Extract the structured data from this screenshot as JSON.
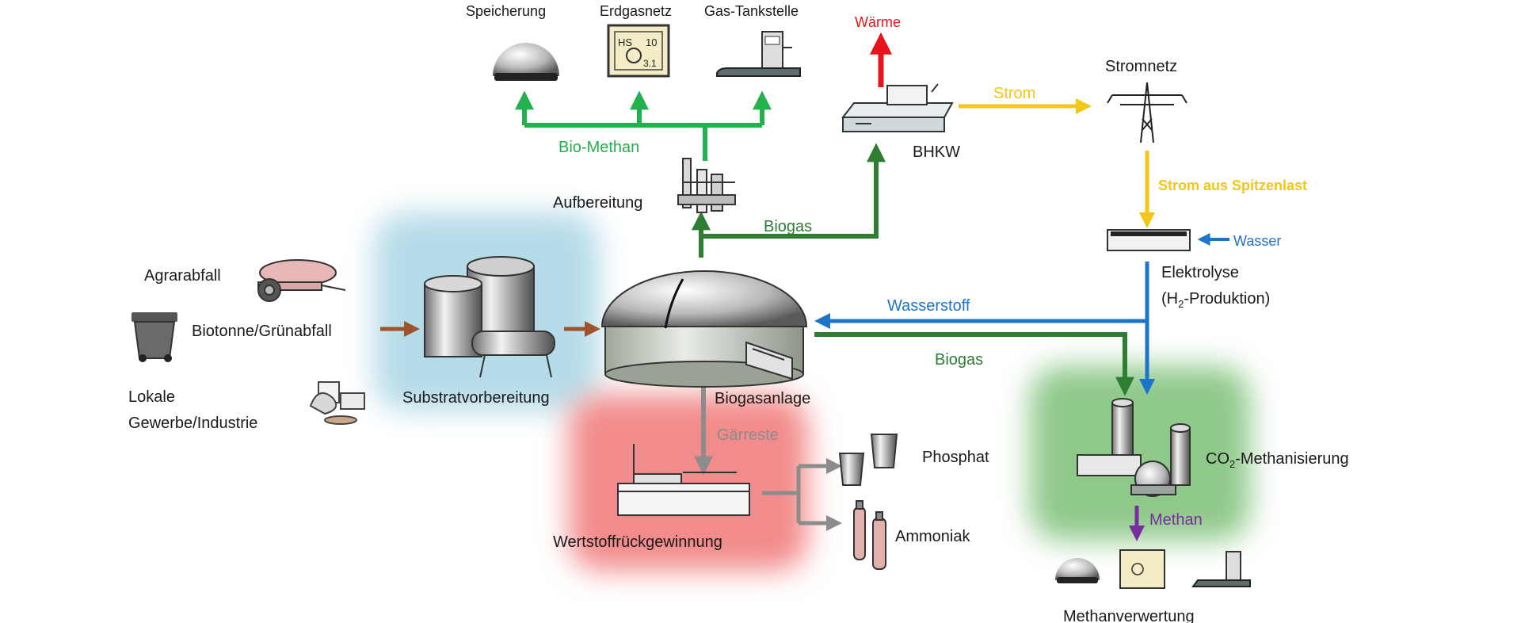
{
  "labels": {
    "speicherung": "Speicherung",
    "erdgasnetz": "Erdgasnetz",
    "gas_tankstelle": "Gas-Tankstelle",
    "waerme": "Wärme",
    "strom": "Strom",
    "stromnetz": "Stromnetz",
    "bio_methan": "Bio-Methan",
    "bhkw": "BHKW",
    "aufbereitung": "Aufbereitung",
    "biogas_top": "Biogas",
    "strom_spitzenlast": "Strom aus Spitzenlast",
    "wasser": "Wasser",
    "agrarabfall": "Agrarabfall",
    "elektrolyse": "Elektrolyse",
    "h2_produktion_prefix": "(H",
    "h2_produktion_sub": "2",
    "h2_produktion_suffix": "-Produktion)",
    "wasserstoff": "Wasserstoff",
    "biotonne": "Biotonne/Grünabfall",
    "biogas_right": "Biogas",
    "lokale": "Lokale",
    "gewerbe": "Gewerbe/Industrie",
    "substrat": "Substratvorbereitung",
    "biogasanlage": "Biogasanlage",
    "gaerreste": "Gärreste",
    "co2_prefix": "CO",
    "co2_sub": "2",
    "co2_suffix": "-Methanisierung",
    "phosphat": "Phosphat",
    "wertstoff": "Wertstoffrückgewinnung",
    "ammoniak": "Ammoniak",
    "methan": "Methan",
    "methanverwertung": "Methanverwertung",
    "tank_gauge_a": "HS",
    "tank_gauge_b": "10",
    "tank_gauge_c": "3.1"
  },
  "colors": {
    "bio_methan_green": "#22b14c",
    "biogas_darkgreen": "#2e7d32",
    "waerme_red": "#e8141b",
    "strom_yellow": "#f5c518",
    "wasser_blue": "#1e74c8",
    "substrate_brown": "#a0522d",
    "gaerreste_gray": "#8c8c8c",
    "methan_purple": "#7a2d9c",
    "zone_blue": "#b6dbe8",
    "zone_red": "#f28b8b",
    "zone_green": "#8fc98a"
  },
  "icons": [
    "storage-dome-icon",
    "gas-meter-icon",
    "gas-station-icon",
    "chp-unit-icon",
    "power-pylon-icon",
    "upgrading-plant-icon",
    "electrolyzer-icon",
    "tractor-tanker-icon",
    "waste-bin-icon",
    "industry-waste-icon",
    "substrate-tanks-icon",
    "biogas-digester-icon",
    "recovery-basin-icon",
    "phosphate-container-icon",
    "ammonia-bottle-icon",
    "methanation-reactor-icon"
  ]
}
